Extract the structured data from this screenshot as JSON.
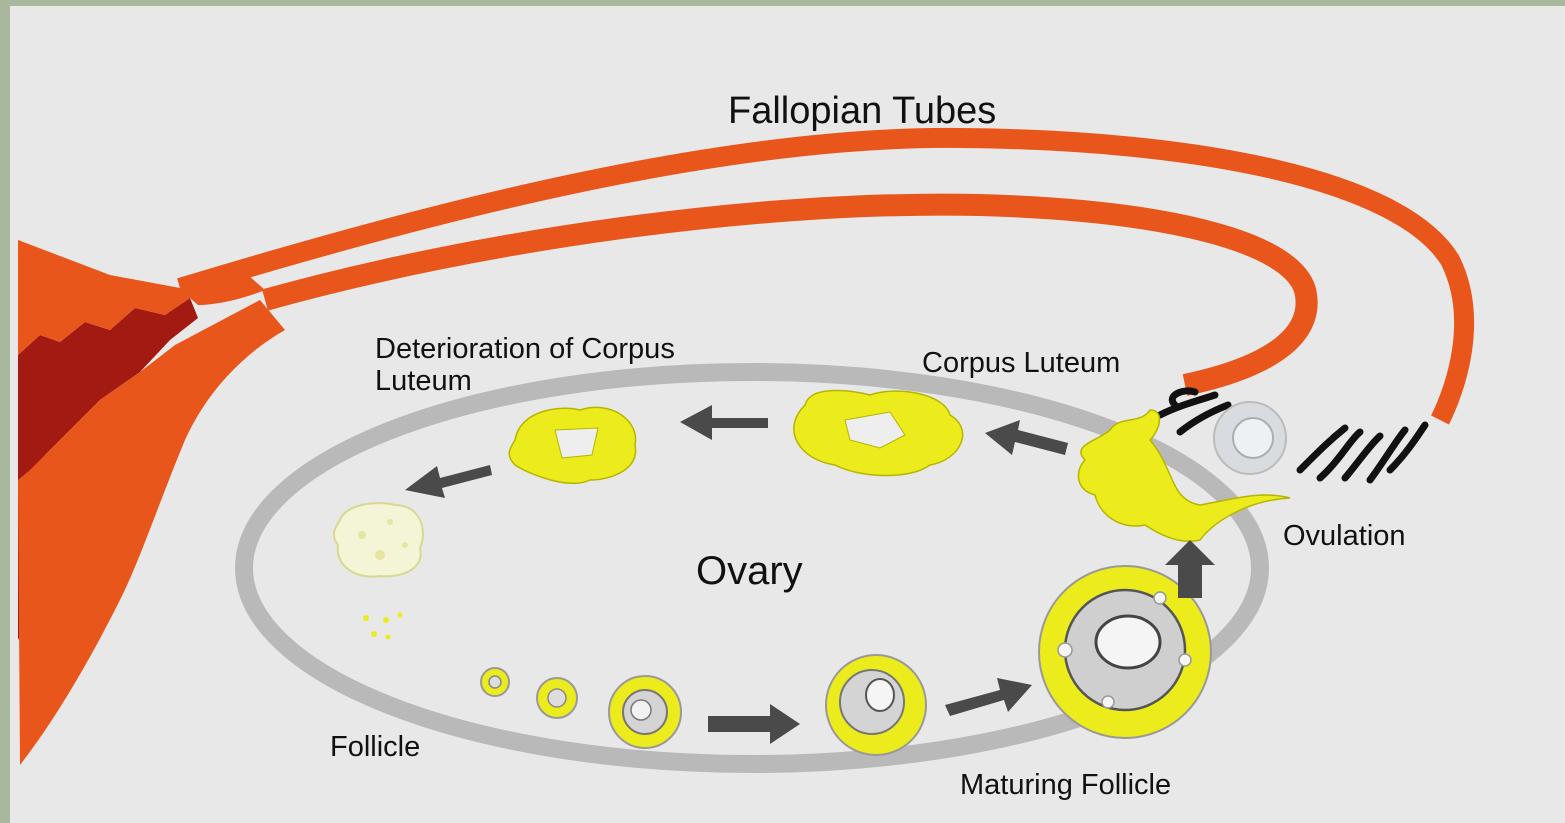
{
  "diagram": {
    "title": "Fallopian Tubes",
    "center_label": "Ovary",
    "stages": [
      {
        "id": "deterioration",
        "label": "Deterioration of Corpus\nLuteum"
      },
      {
        "id": "corpus-luteum",
        "label": "Corpus Luteum"
      },
      {
        "id": "ovulation",
        "label": "Ovulation"
      },
      {
        "id": "follicle",
        "label": "Follicle"
      },
      {
        "id": "maturing-follicle",
        "label": "Maturing Follicle"
      }
    ],
    "colors": {
      "background": "#e8e8e8",
      "frame": "#a9b89c",
      "tube": "#e8561b",
      "tube_dark": "#a31a12",
      "ovary_ring": "#b9b9b9",
      "follicle": "#ecec1c",
      "arrow": "#4a4a4a",
      "egg": "#c8cdd2"
    }
  }
}
